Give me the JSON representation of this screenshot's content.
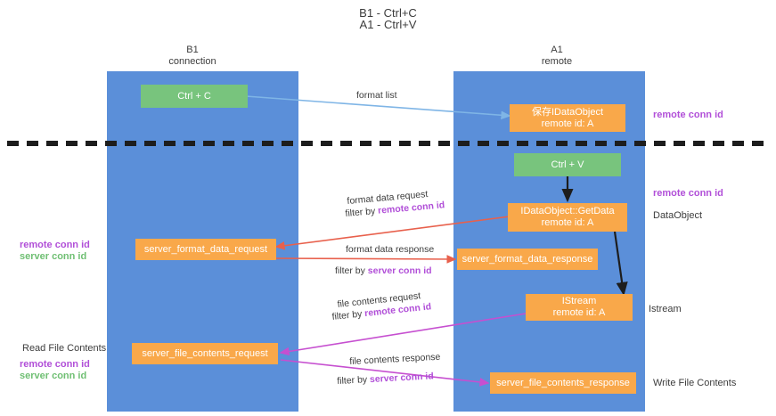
{
  "title": {
    "line1": "B1 - Ctrl+C",
    "line2": "A1 - Ctrl+V"
  },
  "columns": [
    {
      "id": "b1",
      "head_line1": "B1",
      "head_line2": "connection",
      "color": "#5b8fd9"
    },
    {
      "id": "a1",
      "head_line1": "A1",
      "head_line2": "remote",
      "color": "#5b8fd9"
    }
  ],
  "nodes": {
    "ctrl_c": {
      "label": "Ctrl + C",
      "color": "#78c47d"
    },
    "ctrl_v": {
      "label": "Ctrl + V",
      "color": "#78c47d"
    },
    "store_idataobject": {
      "line1": "保存IDataObject",
      "line2": "remote id: A",
      "color": "#f9a84a"
    },
    "getdata": {
      "line1": "IDataObject::GetData",
      "line2": "remote id: A",
      "color": "#f9a84a"
    },
    "istream": {
      "line1": "IStream",
      "line2": "remote id: A",
      "color": "#f9a84a"
    },
    "server_format_data_request": {
      "label": "server_format_data_request",
      "color": "#f9a84a"
    },
    "server_format_data_response": {
      "label": "server_format_data_response",
      "color": "#f9a84a"
    },
    "server_file_contents_request": {
      "label": "server_file_contents_request",
      "color": "#f9a84a"
    },
    "server_file_contents_response": {
      "label": "server_file_contents_response",
      "color": "#f9a84a"
    }
  },
  "edges": {
    "format_list": {
      "label": "format list",
      "color": "#7fb5e6"
    },
    "format_data_request": {
      "label": "format data request",
      "filter_prefix": "filter by ",
      "filter_key": "remote conn id",
      "color": "#e8604c"
    },
    "format_data_response": {
      "label": "format data response",
      "filter_prefix": "filter by ",
      "filter_key": "server conn id",
      "color": "#e8604c"
    },
    "file_contents_request": {
      "label": "file contents request",
      "filter_prefix": "filter by ",
      "filter_key": "remote conn id",
      "color": "#c64fd0"
    },
    "file_contents_response": {
      "label": "file contents response",
      "filter_prefix": "filter by ",
      "filter_key": "server conn id",
      "color": "#c64fd0"
    }
  },
  "right_captions": {
    "remote_conn_id_top": "remote conn id",
    "remote_conn_id_mid": "remote conn id",
    "dataobject": "DataObject",
    "istream": "Istream",
    "write_file_contents": "Write File Contents"
  },
  "left_captions": {
    "remote_conn_id": "remote conn id",
    "server_conn_id": "server conn id",
    "read_file_contents": "Read File Contents",
    "remote_conn_id_2": "remote conn id",
    "server_conn_id_2": "server conn id"
  },
  "colors": {
    "column": "#5b8fd9",
    "orange": "#f9a84a",
    "green": "#78c47d",
    "remote_conn": "#b14fd8",
    "server_conn": "#6fbf73",
    "divider": "#1d1d1d",
    "red_edge": "#e8604c",
    "magenta_edge": "#c64fd0",
    "blue_edge": "#7fb5e6"
  }
}
